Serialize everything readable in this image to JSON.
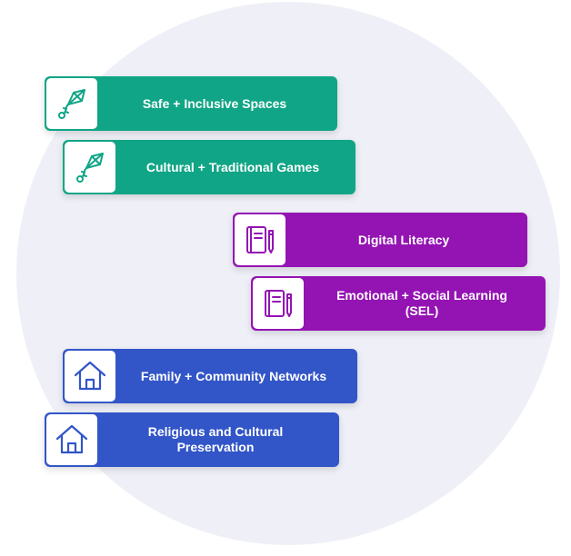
{
  "colors": {
    "teal": "#10a586",
    "purple": "#9413b3",
    "blue": "#3255c8",
    "background_circle": "#eff0f7"
  },
  "cards": [
    {
      "label": "Safe + Inclusive Spaces",
      "icon": "kite-icon",
      "color": "teal"
    },
    {
      "label": "Cultural + Traditional Games",
      "icon": "kite-icon",
      "color": "teal"
    },
    {
      "label": "Digital Literacy",
      "icon": "book-pencil-icon",
      "color": "purple"
    },
    {
      "label": "Emotional + Social Learning (SEL)",
      "icon": "book-pencil-icon",
      "color": "purple"
    },
    {
      "label": "Family + Community Networks",
      "icon": "house-icon",
      "color": "blue"
    },
    {
      "label": "Religious and Cultural Preservation",
      "icon": "house-icon",
      "color": "blue"
    }
  ]
}
